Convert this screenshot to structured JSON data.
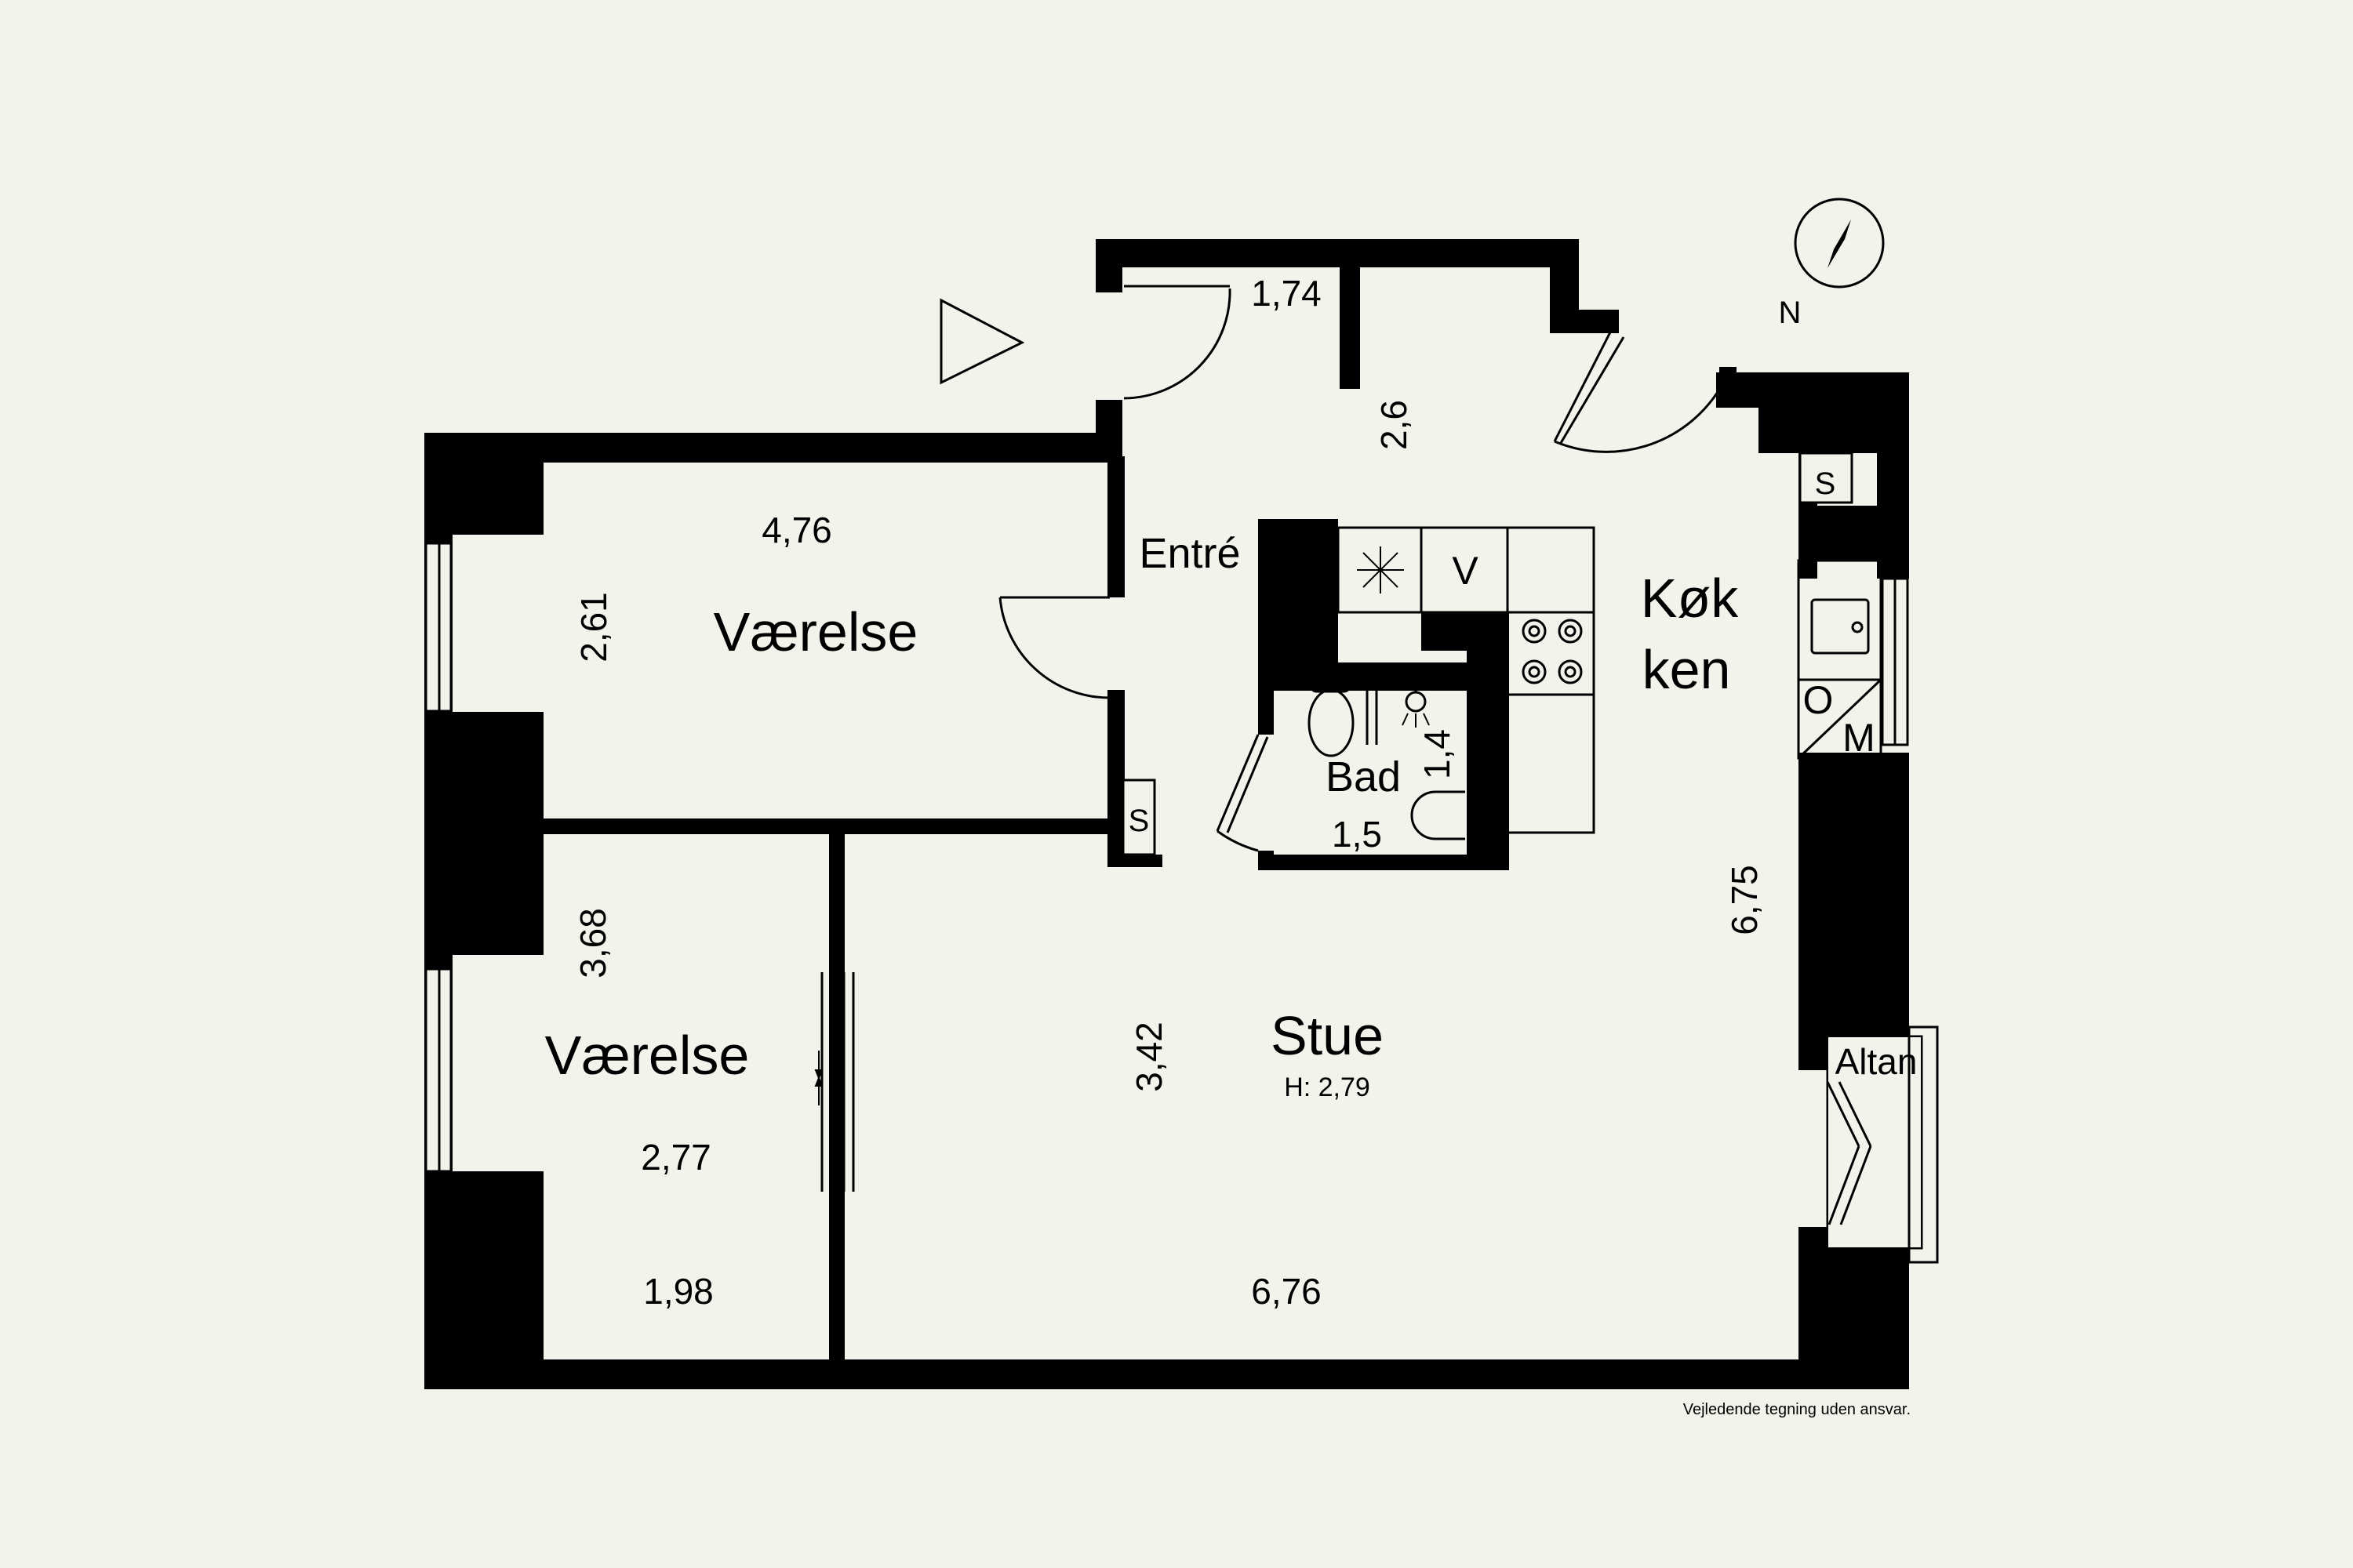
{
  "rooms": {
    "vaerelse_top": "Værelse",
    "vaerelse_bottom": "Værelse",
    "entre": "Entré",
    "kokken_line1": "Køk",
    "kokken_line2": "ken",
    "bad": "Bad",
    "stue": "Stue",
    "stue_height": "H: 2,79",
    "altan": "Altan"
  },
  "dimensions": {
    "entry_width": "1,74",
    "entre_depth": "2,6",
    "vaerelse_top_width": "4,76",
    "vaerelse_top_depth": "2,61",
    "bad_depth": "1,4",
    "bad_width": "1,5",
    "vaerelse_bottom_depth": "3,68",
    "vaerelse_bottom_inner": "2,77",
    "vaerelse_bottom_width": "1,98",
    "stue_depth": "3,42",
    "stue_width": "6,76",
    "kokken_depth": "6,75"
  },
  "fixtures": {
    "storage_top_right": "S",
    "storage_entre": "S",
    "ventilation": "V",
    "oven": "O",
    "microwave": "M"
  },
  "compass": {
    "north_label": "N"
  },
  "disclaimer": "Vejledende tegning uden ansvar."
}
